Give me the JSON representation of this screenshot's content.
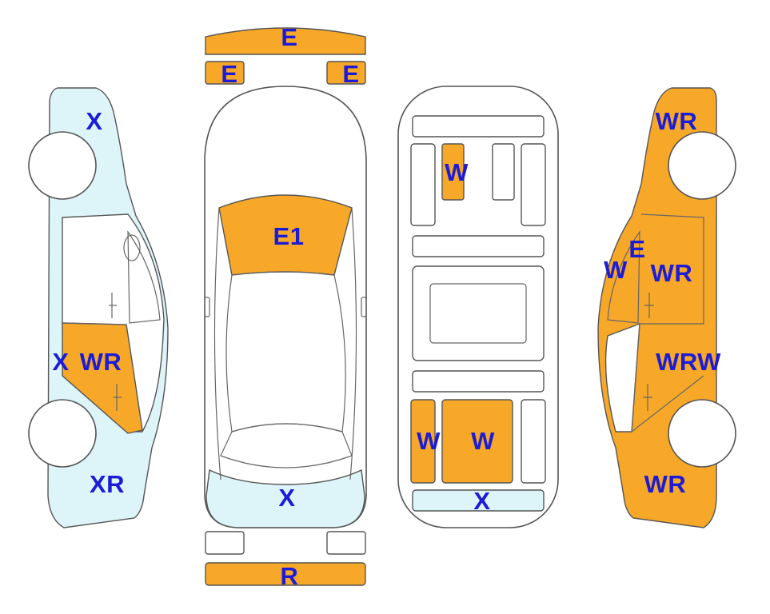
{
  "colors": {
    "panel_orange": "#F7A829",
    "panel_light_blue": "#DDF4F8",
    "label_blue": "#1C1CD6",
    "outline": "#555555"
  },
  "views": {
    "left_side": {
      "labels": {
        "top": "X",
        "middle_left": "X",
        "middle_right": "WR",
        "bottom": "XR"
      }
    },
    "top_exterior": {
      "labels": {
        "front_bumper": "E",
        "left_light": "E",
        "right_light": "E",
        "hood": "E1",
        "trunk": "X",
        "rear_bumper": "R"
      }
    },
    "underbody": {
      "labels": {
        "top_rail": "W",
        "bottom_left": "W",
        "bottom_center": "W",
        "rear": "X"
      }
    },
    "right_side": {
      "labels": {
        "top": "WR",
        "pillar": "E",
        "door_w": "W",
        "door_wr": "WR",
        "middle": "WRW",
        "bottom": "WR"
      }
    }
  }
}
